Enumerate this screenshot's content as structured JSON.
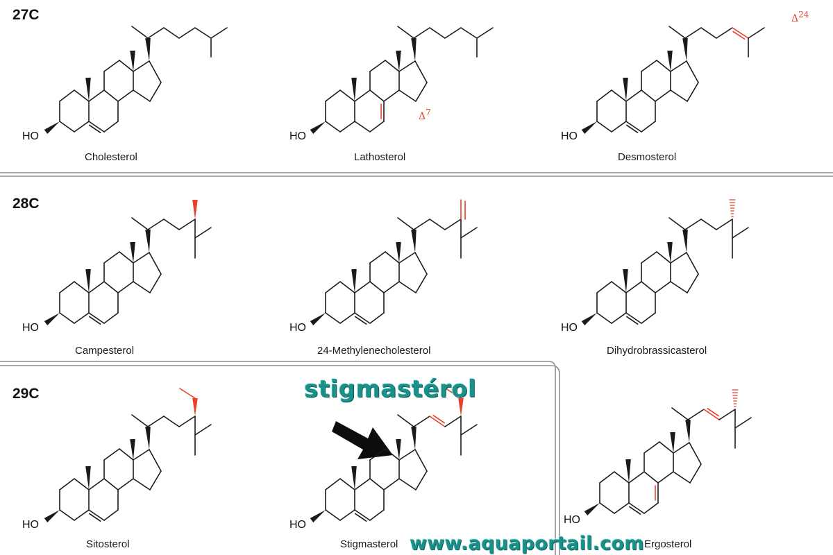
{
  "groups": {
    "c27": "27C",
    "c28": "28C",
    "c29": "29C"
  },
  "molecules": {
    "cholesterol": "Cholesterol",
    "lathosterol": "Lathosterol",
    "desmosterol": "Desmosterol",
    "campesterol": "Campesterol",
    "methylenecholesterol": "24-Methylenecholesterol",
    "dihydrobrassicasterol": "Dihydrobrassicasterol",
    "sitosterol": "Sitosterol",
    "stigmasterol": "Stigmasterol",
    "ergosterol": "Ergosterol"
  },
  "hydroxyl": "HO",
  "annotations": {
    "delta7_symbol": "Δ",
    "delta7_number": "7",
    "delta24_symbol": "Δ",
    "delta24_number": "24"
  },
  "banner": {
    "highlight": "stigmastérol",
    "website": "www.aquaportail.com"
  },
  "colors": {
    "bond": "#1a1a1a",
    "highlight": "#e8402a",
    "divider": "#8f8a94",
    "banner": "#1b8f8a"
  }
}
